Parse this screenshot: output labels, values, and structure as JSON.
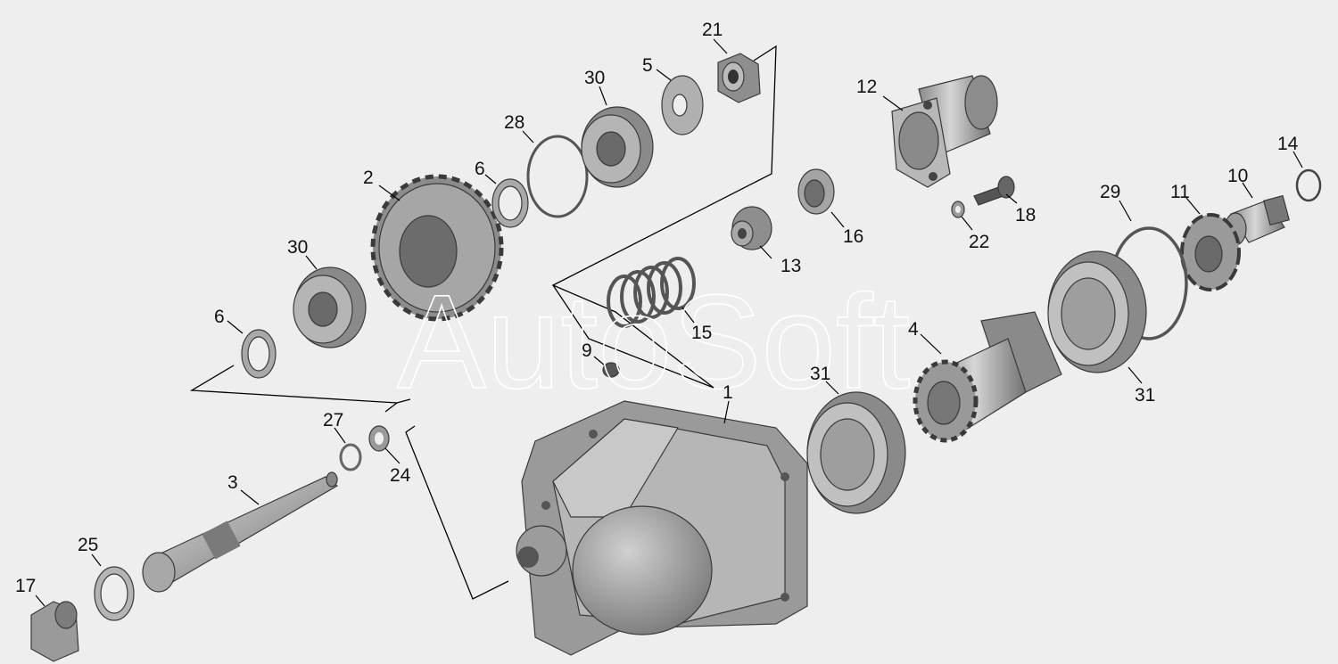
{
  "watermark": "AutoSoft",
  "colors": {
    "background": "#eeeeee",
    "part_light": "#c4c4c4",
    "part_mid": "#9a9a9a",
    "part_dark": "#5e5e5e",
    "label": "#111111"
  },
  "labels": {
    "p1": "1",
    "p2": "2",
    "p3": "3",
    "p4": "4",
    "p5": "5",
    "p6a": "6",
    "p6b": "6",
    "p9": "9",
    "p10": "10",
    "p11": "11",
    "p12": "12",
    "p13": "13",
    "p14": "14",
    "p15": "15",
    "p16": "16",
    "p17": "17",
    "p18": "18",
    "p21": "21",
    "p22": "22",
    "p24": "24",
    "p25": "25",
    "p27": "27",
    "p28": "28",
    "p29": "29",
    "p30a": "30",
    "p30b": "30",
    "p31a": "31",
    "p31b": "31"
  }
}
